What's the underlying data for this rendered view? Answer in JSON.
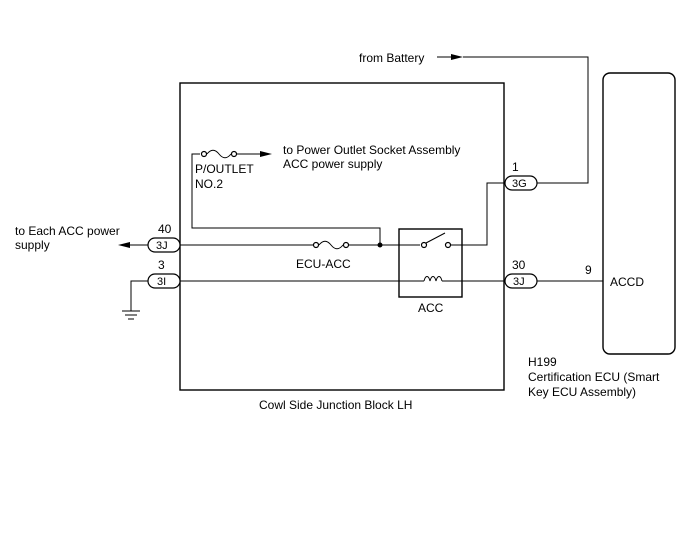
{
  "labels": {
    "from_battery": "from Battery",
    "to_power_outlet_line1": "to Power Outlet Socket Assembly",
    "to_power_outlet_line2": "ACC power supply",
    "p_outlet_line1": "P/OUTLET",
    "p_outlet_line2": "NO.2",
    "to_each_acc_line1": "to Each ACC power",
    "to_each_acc_line2": "supply",
    "ecu_acc_fuse": "ECU-ACC",
    "acc_relay": "ACC",
    "accd": "ACCD",
    "junction_block": "Cowl Side Junction Block LH",
    "ecu_code": "H199",
    "ecu_name_line1": "Certification ECU (Smart",
    "ecu_name_line2": "Key ECU Assembly)"
  },
  "connectors": {
    "c3G": {
      "label": "3G",
      "pin": "1"
    },
    "c3J_left": {
      "label": "3J",
      "pin": "40"
    },
    "c3I": {
      "label": "3I",
      "pin": "3"
    },
    "c3J_right": {
      "label": "3J",
      "pin": "30"
    },
    "ecu_pin": "9"
  }
}
